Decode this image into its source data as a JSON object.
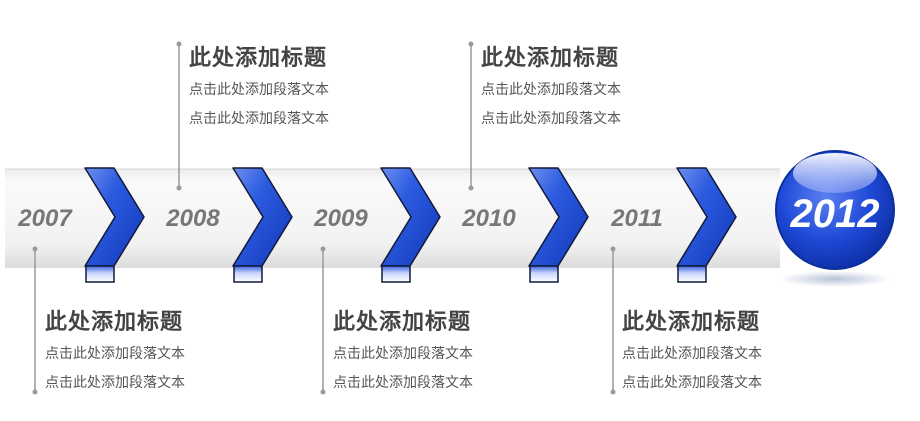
{
  "timeline": {
    "years": [
      "2007",
      "2008",
      "2009",
      "2010",
      "2011"
    ],
    "final_year": "2012"
  },
  "blocks": [
    {
      "year": "2007",
      "title": "此处添加标题",
      "lines": [
        "点击此处添加段落文本",
        "点击此处添加段落文本"
      ]
    },
    {
      "year": "2008",
      "title": "此处添加标题",
      "lines": [
        "点击此处添加段落文本",
        "点击此处添加段落文本"
      ]
    },
    {
      "year": "2009",
      "title": "此处添加标题",
      "lines": [
        "点击此处添加段落文本",
        "点击此处添加段落文本"
      ]
    },
    {
      "year": "2010",
      "title": "此处添加标题",
      "lines": [
        "点击此处添加段落文本",
        "点击此处添加段落文本"
      ]
    },
    {
      "year": "2011",
      "title": "此处添加标题",
      "lines": [
        "点击此处添加段落文本",
        "点击此处添加段落文本"
      ]
    }
  ],
  "colors": {
    "accent_blue": "#1f4fd8",
    "band_light": "#f4f4f4",
    "band_shadow": "#d8d8d8",
    "year_text": "#777777",
    "connector": "#9a9a9a"
  }
}
